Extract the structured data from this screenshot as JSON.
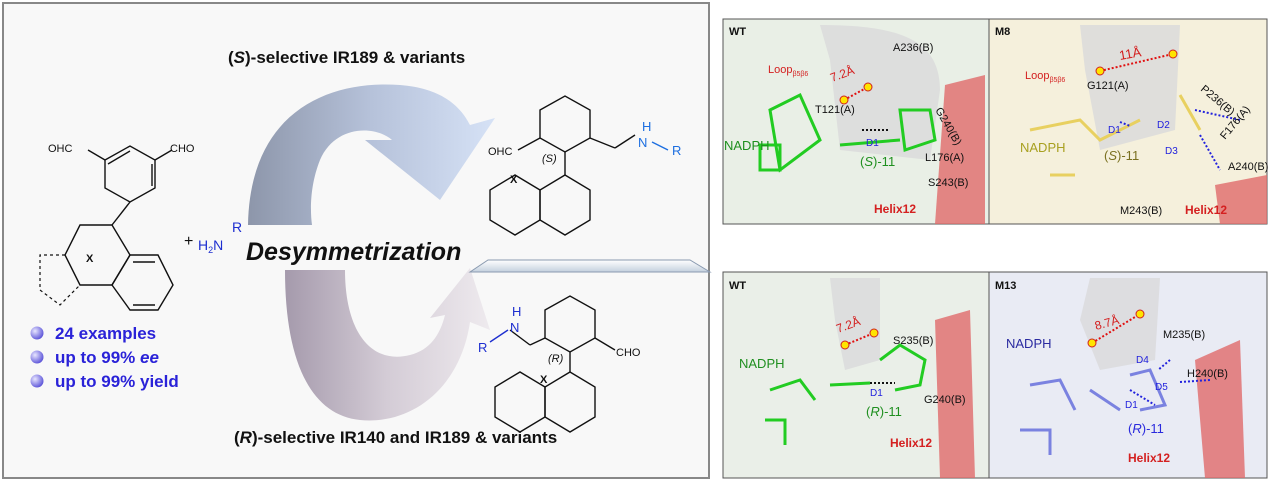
{
  "left_panel": {
    "top_title": {
      "open": "(",
      "italic": "S",
      "rest": ")-selective  IR189 & variants"
    },
    "bottom_title": {
      "open": "(",
      "italic": "R",
      "rest": ")-selective IR140 and IR189 & variants"
    },
    "center_label": "Desymmetrization",
    "plus": "+",
    "amine": {
      "h2n": "H",
      "sub2": "2",
      "n": "N",
      "r": "R"
    },
    "substrate": {
      "cho_left": "OHC",
      "cho_right": "CHO",
      "x": "X"
    },
    "product_s": {
      "cho": "OHC",
      "stereo": "(S)",
      "nh": "H",
      "n": "N",
      "r": "R",
      "x": "X"
    },
    "product_r": {
      "cho": "CHO",
      "stereo": "(R)",
      "nh": "H",
      "n": "N",
      "r": "R",
      "x": "X"
    },
    "bullets": [
      {
        "text": "24 examples"
      },
      {
        "prefix": "up to 99% ",
        "italic": "ee"
      },
      {
        "text": "up to 99% yield"
      }
    ],
    "colors": {
      "bullet_text": "#2a22d8",
      "amine_blue": "#1e6fe0"
    }
  },
  "structure_panels": [
    {
      "tag": "WT",
      "labels": {
        "loop": "Loop",
        "loop_sub": "β5β6",
        "distance": "7.2Å",
        "res1": "A236(B)",
        "res2": "T121(A)",
        "res3": "G240(B)",
        "res4": "L176(A)",
        "res5": "S243(B)",
        "d1": "D1",
        "nadph": "NADPH",
        "ligand_open": "(",
        "ligand_it": "S",
        "ligand_rest": ")-11",
        "helix": "Helix12"
      }
    },
    {
      "tag": "M8",
      "labels": {
        "loop": "Loop",
        "loop_sub": "β5β6",
        "distance": "11Å",
        "res1": "G121(A)",
        "res2": "P236(B)",
        "res3": "F176(A)",
        "res4": "A240(B)",
        "res5": "M243(B)",
        "d1": "D1",
        "d2": "D2",
        "d3": "D3",
        "nadph": "NADPH",
        "ligand_open": "(",
        "ligand_it": "S",
        "ligand_rest": ")-11",
        "helix": "Helix12"
      }
    },
    {
      "tag": "WT",
      "labels": {
        "distance": "7.2Å",
        "res1": "S235(B)",
        "res2": "G240(B)",
        "d1": "D1",
        "nadph": "NADPH",
        "ligand_open": "(",
        "ligand_it": "R",
        "ligand_rest": ")-11",
        "helix": "Helix12"
      }
    },
    {
      "tag": "M13",
      "labels": {
        "distance": "8.7Å",
        "res1": "M235(B)",
        "res2": "H240(B)",
        "d1": "D1",
        "d4": "D4",
        "d5": "D5",
        "nadph": "NADPH",
        "ligand_open": "(",
        "ligand_it": "R",
        "ligand_rest": ")-11",
        "helix": "Helix12"
      }
    }
  ]
}
